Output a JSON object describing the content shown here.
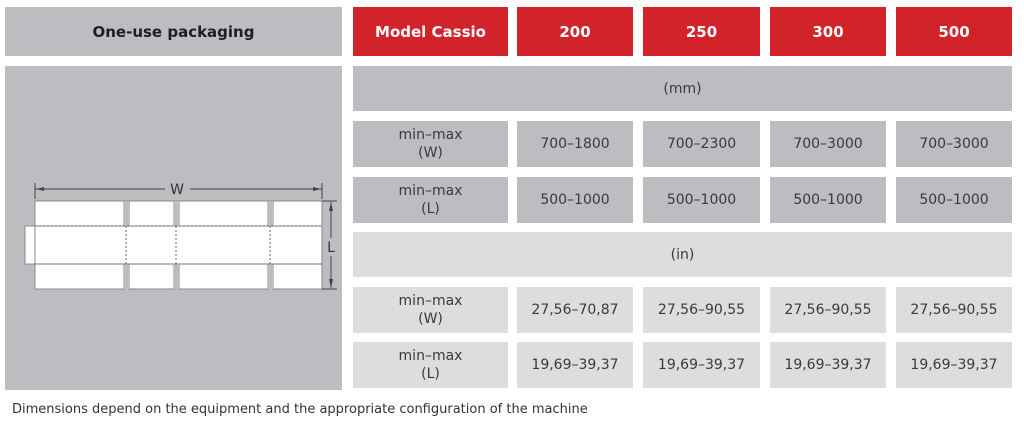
{
  "title": "One-use packaging",
  "header": [
    "Model Cassio",
    "200",
    "250",
    "300",
    "500"
  ],
  "sections": [
    {
      "unit": "(mm)",
      "rows": [
        {
          "label": "min–max",
          "sub": "(W)",
          "values": [
            "700–1800",
            "700–2300",
            "700–3000",
            "700–3000"
          ]
        },
        {
          "label": "min–max",
          "sub": "(L)",
          "values": [
            "500–1000",
            "500–1000",
            "500–1000",
            "500–1000"
          ]
        }
      ]
    },
    {
      "unit": "(in)",
      "rows": [
        {
          "label": "min–max",
          "sub": "(W)",
          "values": [
            "27,56–70,87",
            "27,56–90,55",
            "27,56–90,55",
            "27,56–90,55"
          ]
        },
        {
          "label": "min–max",
          "sub": "(L)",
          "values": [
            "19,69–39,37",
            "19,69–39,37",
            "19,69–39,37",
            "19,69–39,37"
          ]
        }
      ]
    }
  ],
  "diagram": {
    "w_label": "W",
    "l_label": "L"
  },
  "footnote": "Dimensions depend on the equipment and the appropriate configuration of the machine",
  "colors": {
    "accent": "#d2232a",
    "gray": "#bcbdc0",
    "light_gray": "#dcdddf"
  }
}
